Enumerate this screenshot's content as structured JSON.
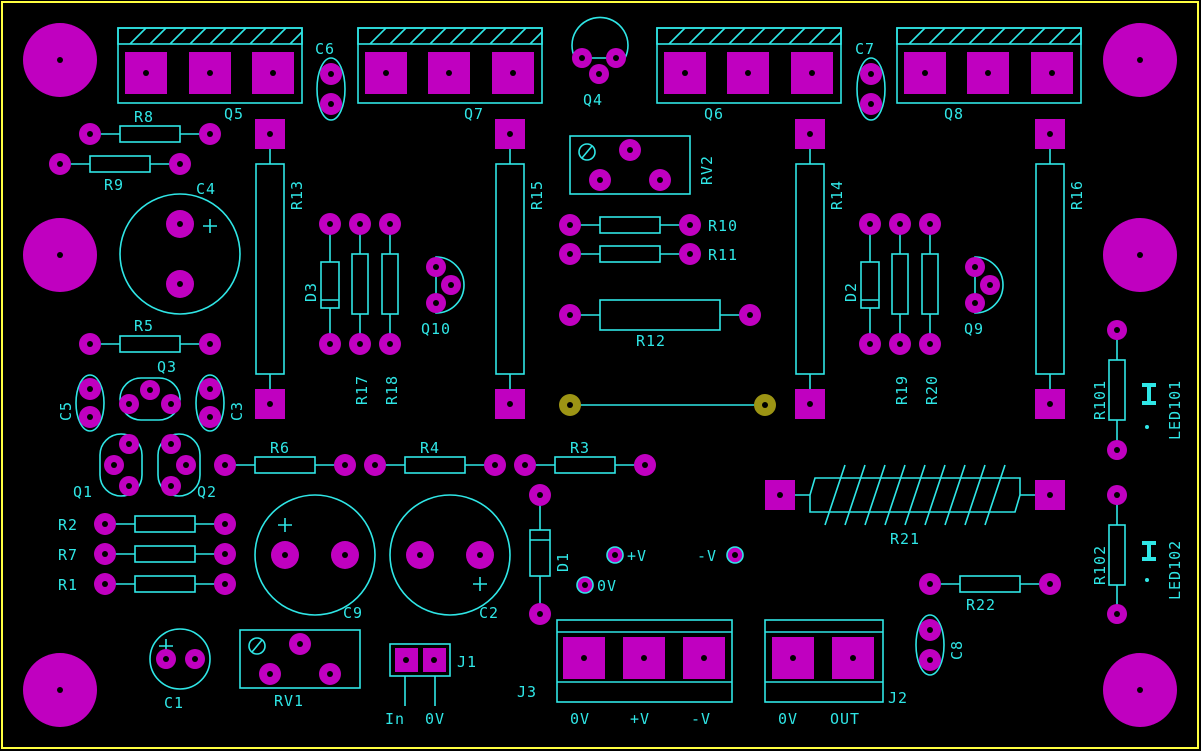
{
  "colors": {
    "background": "#000000",
    "board_outline": "#ffff40",
    "silkscreen": "#2fe6e6",
    "pad": "#c000c0",
    "pad_hole": "#000000",
    "jumper_pad": "#9c9414"
  },
  "labels": {
    "R8": "R8",
    "R9": "R9",
    "R5": "R5",
    "R6": "R6",
    "R4": "R4",
    "R3": "R3",
    "R2": "R2",
    "R7": "R7",
    "R1": "R1",
    "R10": "R10",
    "R11": "R11",
    "R12": "R12",
    "R13": "R13",
    "R14": "R14",
    "R15": "R15",
    "R16": "R16",
    "R17": "R17",
    "R18": "R18",
    "R19": "R19",
    "R20": "R20",
    "R21": "R21",
    "R22": "R22",
    "R101": "R101",
    "R102": "R102",
    "C1": "C1",
    "C2": "C2",
    "C3": "C3",
    "C4": "C4",
    "C5": "C5",
    "C6": "C6",
    "C7": "C7",
    "C8": "C8",
    "C9": "C9",
    "Q1": "Q1",
    "Q2": "Q2",
    "Q3": "Q3",
    "Q4": "Q4",
    "Q5": "Q5",
    "Q6": "Q6",
    "Q7": "Q7",
    "Q8": "Q8",
    "Q9": "Q9",
    "Q10": "Q10",
    "D1": "D1",
    "D2": "D2",
    "D3": "D3",
    "RV1": "RV1",
    "RV2": "RV2",
    "J1": "J1",
    "J2": "J2",
    "J3": "J3",
    "LED101": "LED101",
    "LED102": "LED102",
    "plus_v": "+V",
    "minus_v": "-V",
    "zero_v": "0V",
    "j1_in": "In",
    "j1_0v": "0V",
    "j3_0v": "0V",
    "j3_plus_v": "+V",
    "j3_minus_v": "-V",
    "j2_0v": "0V",
    "j2_out": "OUT"
  }
}
